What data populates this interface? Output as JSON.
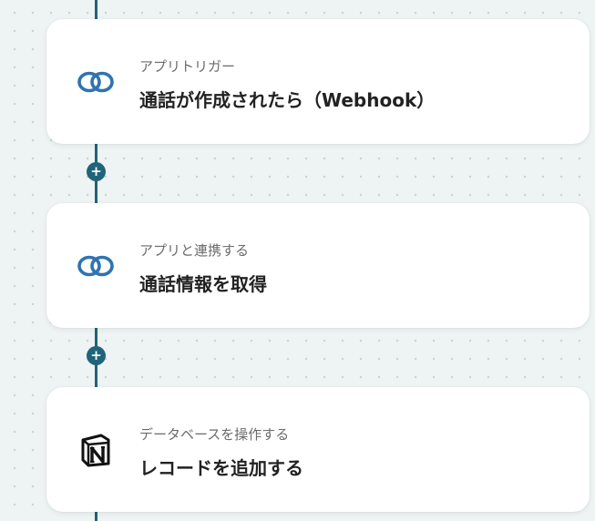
{
  "flow": {
    "steps": [
      {
        "category": "アプリトリガー",
        "title": "通話が作成されたら（Webhook）",
        "icon": "link-rings-icon"
      },
      {
        "category": "アプリと連携する",
        "title": "通話情報を取得",
        "icon": "link-rings-icon"
      },
      {
        "category": "データベースを操作する",
        "title": "レコードを追加する",
        "icon": "notion-icon"
      }
    ],
    "add_label": "+",
    "colors": {
      "connector": "#1f6478",
      "link_icon": "#2f73b0",
      "background": "#eef3f3"
    }
  }
}
